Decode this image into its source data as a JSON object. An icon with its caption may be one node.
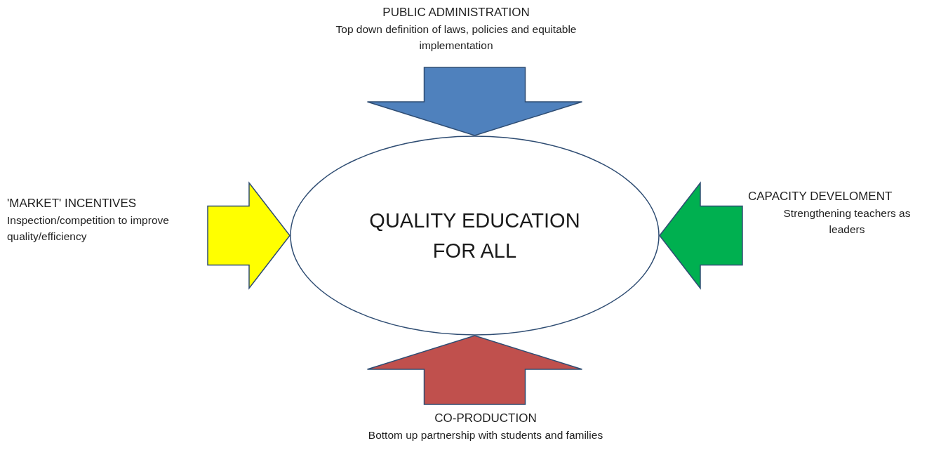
{
  "diagram": {
    "nodes": [
      {
        "text": [
          "QUALITY EDUCATION FOR ALL"
        ]
      },
      {
        "text": [
          "PUBLIC ADMINISTRATION",
          "Top down definition of laws, policies and equitable implementation"
        ]
      },
      {
        "text": [
          "'MARKET' INCENTIVES",
          "Inspection/competition to improve quality/efficiency"
        ]
      },
      {
        "text": [
          "CAPACITY DEVELOMENT",
          "Strengthening teachers as leaders"
        ]
      },
      {
        "text": [
          "CO-PRODUCTION",
          "Bottom up partnership with students and families"
        ]
      }
    ],
    "edges": [
      {
        "from": 1,
        "to": 0,
        "arrow": "to",
        "color": "#4f81bd"
      },
      {
        "from": 2,
        "to": 0,
        "arrow": "to",
        "color": "#ffff00"
      },
      {
        "from": 3,
        "to": 0,
        "arrow": "to",
        "color": "#00b050"
      },
      {
        "from": 4,
        "to": 0,
        "arrow": "to",
        "color": "#c0504d"
      }
    ]
  }
}
